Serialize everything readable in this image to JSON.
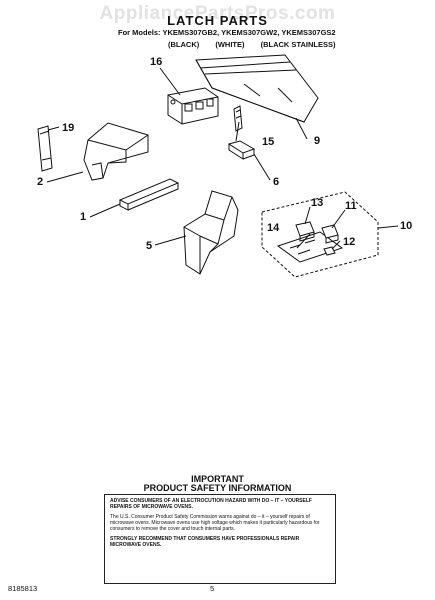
{
  "watermark": "AppliancePartsPros.com",
  "header": {
    "title": "LATCH PARTS",
    "models_line": "For Models: YKEMS307GB2, YKEMS307GW2, YKEMS307GS2",
    "colors": [
      "(BLACK)",
      "(WHITE)",
      "(BLACK STAINLESS)"
    ]
  },
  "callouts": [
    "16",
    "9",
    "19",
    "15",
    "2",
    "6",
    "13",
    "11",
    "10",
    "1",
    "14",
    "12",
    "5"
  ],
  "important": {
    "title_line1": "IMPORTANT",
    "title_line2": "PRODUCT SAFETY INFORMATION",
    "para1": "ADVISE CONSUMERS OF AN ELECTROCUTION HAZARD WITH DO – IT – YOURSELF REPAIRS OF MICROWAVE OVENS.",
    "para2": "The U.S. Consumer Product Safety Commission warns against do – it – yourself repairs of microwave ovens. Microwave ovens use high voltage which makes it particularly hazardous for consumers to remove the cover and touch internal parts.",
    "para3": "STRONGLY RECOMMEND THAT CONSUMERS HAVE PROFESSIONALS REPAIR MICROWAVE OVENS."
  },
  "footer": {
    "doc_number": "8185813",
    "page_number": "5"
  }
}
